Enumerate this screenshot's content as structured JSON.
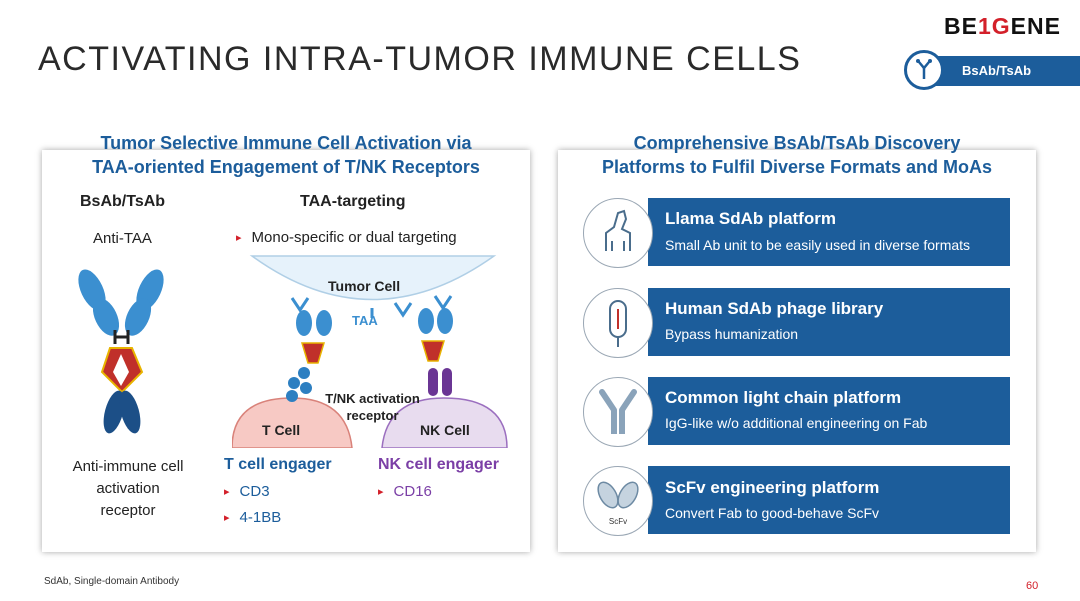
{
  "header": {
    "title": "ACTIVATING INTRA-TUMOR IMMUNE CELLS",
    "logo_part1": "BE",
    "logo_part2": "1G",
    "logo_part3": "ENE",
    "tag_label": "BsAb/TsAb"
  },
  "left_panel": {
    "heading_line1": "Tumor Selective Immune Cell Activation via",
    "heading_line2": "TAA-oriented Engagement of T/NK Receptors",
    "col1_header": "BsAb/TsAb",
    "col2_header": "TAA-targeting",
    "anti_taa": "Anti-TAA",
    "bullet_mono": "Mono-specific or dual targeting",
    "anti_immune": [
      "Anti-immune cell",
      "activation",
      "receptor"
    ],
    "diagram": {
      "tumor_cell": "Tumor Cell",
      "taa": "TAA",
      "activation_receptor_line1": "T/NK activation",
      "activation_receptor_line2": "receptor",
      "t_cell": "T Cell",
      "nk_cell": "NK Cell"
    },
    "t_engager": {
      "title": "T cell engager",
      "items": [
        "CD3",
        "4-1BB"
      ]
    },
    "nk_engager": {
      "title": "NK cell engager",
      "items": [
        "CD16"
      ]
    }
  },
  "right_panel": {
    "heading_line1": "Comprehensive BsAb/TsAb Discovery",
    "heading_line2": "Platforms to Fulfil Diverse Formats and MoAs",
    "platforms": [
      {
        "title": "Llama SdAb platform",
        "desc": "Small Ab unit to be easily used in diverse formats",
        "icon": "llama-icon"
      },
      {
        "title": "Human SdAb phage library",
        "desc": "Bypass humanization",
        "icon": "phage-icon"
      },
      {
        "title": "Common light chain platform",
        "desc": "IgG-like w/o additional engineering on Fab",
        "icon": "antibody-icon"
      },
      {
        "title": "ScFv engineering platform",
        "desc": "Convert Fab to good-behave ScFv",
        "icon": "scfv-icon",
        "icon_label": "ScFv"
      }
    ]
  },
  "footer": {
    "footnote": "SdAb, Single-domain Antibody",
    "page_number": "60"
  },
  "colors": {
    "accent_blue": "#1c5d9b",
    "brand_red": "#d3202a",
    "nk_purple": "#7b3fa6"
  }
}
